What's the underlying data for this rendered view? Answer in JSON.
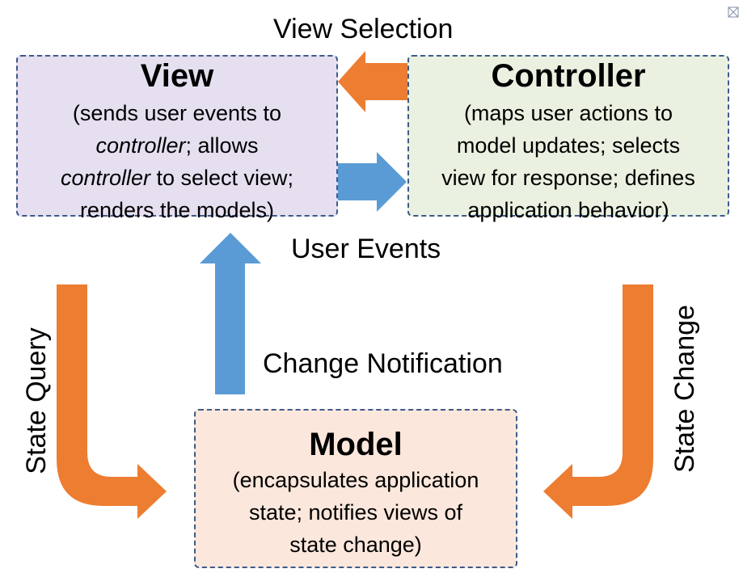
{
  "labels": {
    "view_selection": "View Selection",
    "user_events": "User Events",
    "change_notification": "Change Notification",
    "state_query": "State Query",
    "state_change": "State Change"
  },
  "view": {
    "title": "View",
    "desc_1": "(sends user events to",
    "desc_2_em": "controller",
    "desc_2_rest": "; allows",
    "desc_3_em": "controller",
    "desc_3_rest": " to select view;",
    "desc_4": "renders the models)"
  },
  "controller": {
    "title": "Controller",
    "desc_1": "(maps user actions to",
    "desc_2": "model updates; selects",
    "desc_3": "view for response; defines",
    "desc_4": "application behavior)"
  },
  "model": {
    "title": "Model",
    "desc_1": "(encapsulates application",
    "desc_2": "state; notifies views of",
    "desc_3": "state change)"
  },
  "colors": {
    "orange_arrow": "#ed7d31",
    "blue_arrow": "#5b9bd5",
    "view_fill": "#e6dff0",
    "controller_fill": "#eaf1e1",
    "model_fill": "#fbe7dc",
    "border": "#3d5a8a"
  },
  "icons": {
    "corner": "image-placeholder-icon"
  }
}
